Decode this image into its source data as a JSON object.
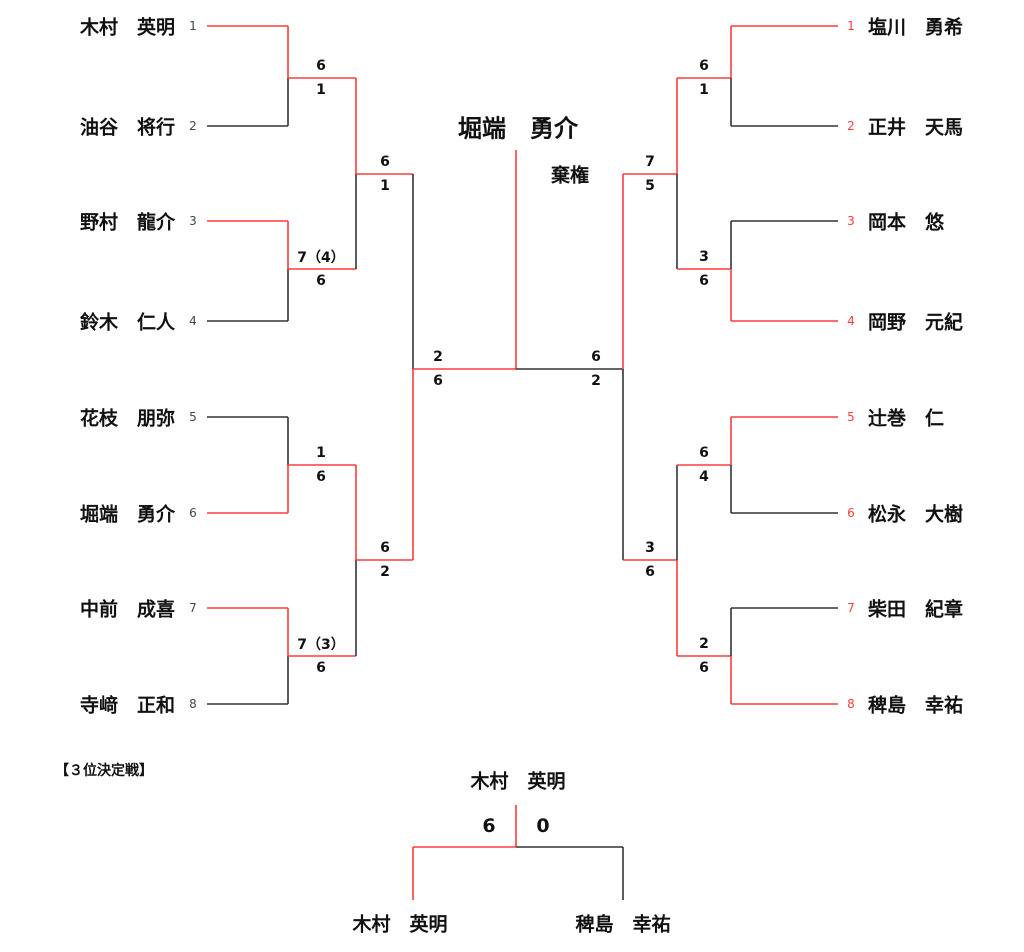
{
  "colors": {
    "winner": "#ff3b3b",
    "loser": "#333333"
  },
  "left": {
    "players": [
      {
        "seed": "1",
        "name": "木村　英明"
      },
      {
        "seed": "2",
        "name": "油谷　将行"
      },
      {
        "seed": "3",
        "name": "野村　龍介"
      },
      {
        "seed": "4",
        "name": "鈴木　仁人"
      },
      {
        "seed": "5",
        "name": "花枝　朋弥"
      },
      {
        "seed": "6",
        "name": "堀端　勇介"
      },
      {
        "seed": "7",
        "name": "中前　成喜"
      },
      {
        "seed": "8",
        "name": "寺﨑　正和"
      }
    ],
    "r1": [
      [
        "6",
        "1"
      ],
      [
        "7（4）",
        "6"
      ],
      [
        "1",
        "6"
      ],
      [
        "7（3）",
        "6"
      ]
    ],
    "r2": [
      [
        "6",
        "1"
      ],
      [
        "6",
        "2"
      ]
    ],
    "sf": [
      "2",
      "6"
    ]
  },
  "right": {
    "players": [
      {
        "seed": "1",
        "name": "塩川　勇希"
      },
      {
        "seed": "2",
        "name": "正井　天馬"
      },
      {
        "seed": "3",
        "name": "岡本　悠"
      },
      {
        "seed": "4",
        "name": "岡野　元紀"
      },
      {
        "seed": "5",
        "name": "辻巻　仁"
      },
      {
        "seed": "6",
        "name": "松永　大樹"
      },
      {
        "seed": "7",
        "name": "柴田　紀章"
      },
      {
        "seed": "8",
        "name": "稗島　幸祐"
      }
    ],
    "r1": [
      [
        "6",
        "1"
      ],
      [
        "3",
        "6"
      ],
      [
        "6",
        "4"
      ],
      [
        "2",
        "6"
      ]
    ],
    "r2": [
      [
        "7",
        "5"
      ],
      [
        "3",
        "6"
      ]
    ],
    "sf": [
      "6",
      "2"
    ]
  },
  "champion": {
    "name": "堀端　勇介",
    "note": "棄権"
  },
  "third_place": {
    "title": "【３位決定戦】",
    "winner": "木村　英明",
    "score_left": "6",
    "score_right": "0",
    "player_left": "木村　英明",
    "player_right": "稗島　幸祐"
  }
}
